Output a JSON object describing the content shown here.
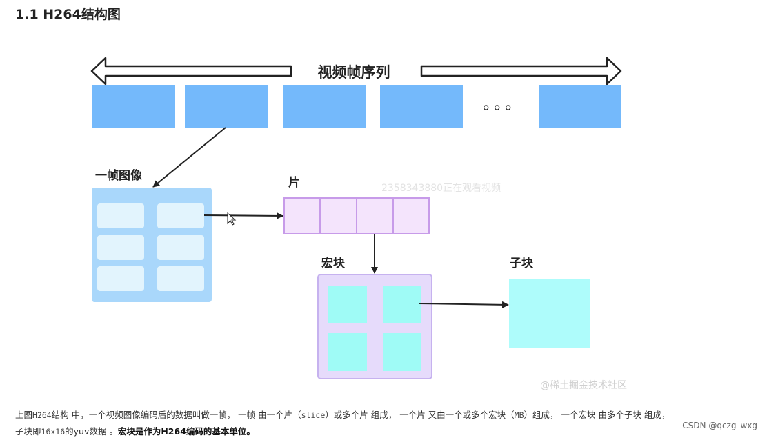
{
  "heading": "1.1 H264结构图",
  "diagram": {
    "sequence_label": "视频帧序列",
    "ellipsis": "。。。",
    "frame_label": "一帧图像",
    "slice_label": "片",
    "macroblock_label": "宏块",
    "subblock_label": "子块",
    "colors": {
      "frame_blue": "#74b9fb",
      "image_bg": "#a9d7fb",
      "image_cell": "#e2f4fd",
      "slice_fill": "#f4e4fc",
      "slice_border": "#c79be9",
      "macro_fill": "#e6dbfb",
      "macro_cell": "#9ffbf6",
      "subblock": "#aefcfb"
    }
  },
  "watermarks": {
    "viewer": "2358343880正在观看视频",
    "source": "@稀土掘金技术社区"
  },
  "caption": {
    "p1": "上图",
    "p2": "H264",
    "p3": "结构 中，一个视频图像编码后的数据叫做一帧， 一帧 由一个片（",
    "p4": "slice",
    "p5": "）或多个片 组成， 一个片 又由一个或多个宏块（",
    "p6": "MB",
    "p7": "）组成， 一个宏块 由多个子块 组成， 子块即",
    "p8": "16x16",
    "p9": "的yuv数据 。",
    "p10": "宏块是作为H264编码的基本单位。"
  },
  "credit": "CSDN @qczg_wxg"
}
